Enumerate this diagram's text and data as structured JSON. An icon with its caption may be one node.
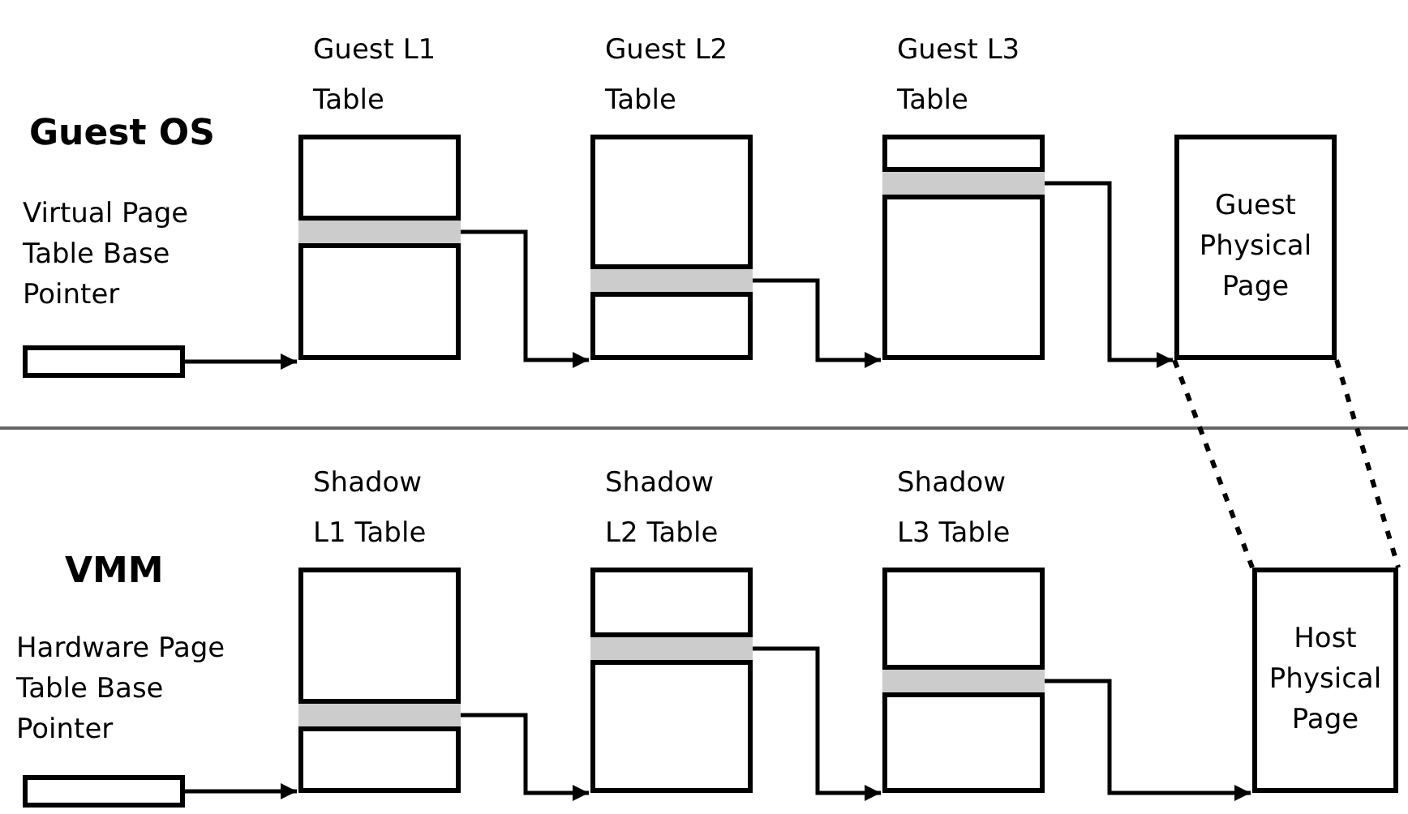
{
  "diagram": {
    "nodes": [
      {
        "text": [],
        "shape": "box",
        "beside": [
          "Virtual Page Table Base Pointer"
        ]
      },
      {
        "text": [
          "Guest L1 Table"
        ]
      },
      {
        "text": [],
        "shape": "bar",
        "in": 1
      },
      {
        "text": [
          "Guest L2 Table"
        ]
      },
      {
        "text": [],
        "shape": "bar",
        "in": 3
      },
      {
        "text": [
          "Guest L3 Table"
        ]
      },
      {
        "text": [],
        "shape": "bar",
        "in": 5
      },
      {
        "text": [
          "Guest Physical Page"
        ]
      },
      {
        "text": [],
        "shape": "box",
        "beside": [
          "Hardware Page Table Base Pointer"
        ]
      },
      {
        "text": [
          "Shadow L1 Table"
        ]
      },
      {
        "text": [],
        "shape": "bar",
        "in": 9
      },
      {
        "text": [
          "Shadow L2 Table"
        ]
      },
      {
        "text": [],
        "shape": "bar",
        "in": 11
      },
      {
        "text": [
          "Shadow L3 Table"
        ]
      },
      {
        "text": [],
        "shape": "bar",
        "in": 13
      },
      {
        "text": [
          "Host Physical Page"
        ]
      }
    ],
    "edges": [
      {
        "from": 0,
        "to": 1,
        "arrow": "to"
      },
      {
        "from": 2,
        "to": 3,
        "arrow": "to"
      },
      {
        "from": 4,
        "to": 5,
        "arrow": "to"
      },
      {
        "from": 6,
        "to": 7,
        "arrow": "to"
      },
      {
        "from": 8,
        "to": 9,
        "arrow": "to"
      },
      {
        "from": 10,
        "to": 11,
        "arrow": "to"
      },
      {
        "from": 12,
        "to": 13,
        "arrow": "to"
      },
      {
        "from": 14,
        "to": 15,
        "arrow": "to"
      },
      {
        "from": 7,
        "to": 15,
        "arrow": "none",
        "style": "dashed"
      },
      {
        "from": 7,
        "to": 15,
        "arrow": "none",
        "style": "dashed"
      }
    ],
    "labels": [
      "Guest OS",
      "VMM"
    ]
  }
}
